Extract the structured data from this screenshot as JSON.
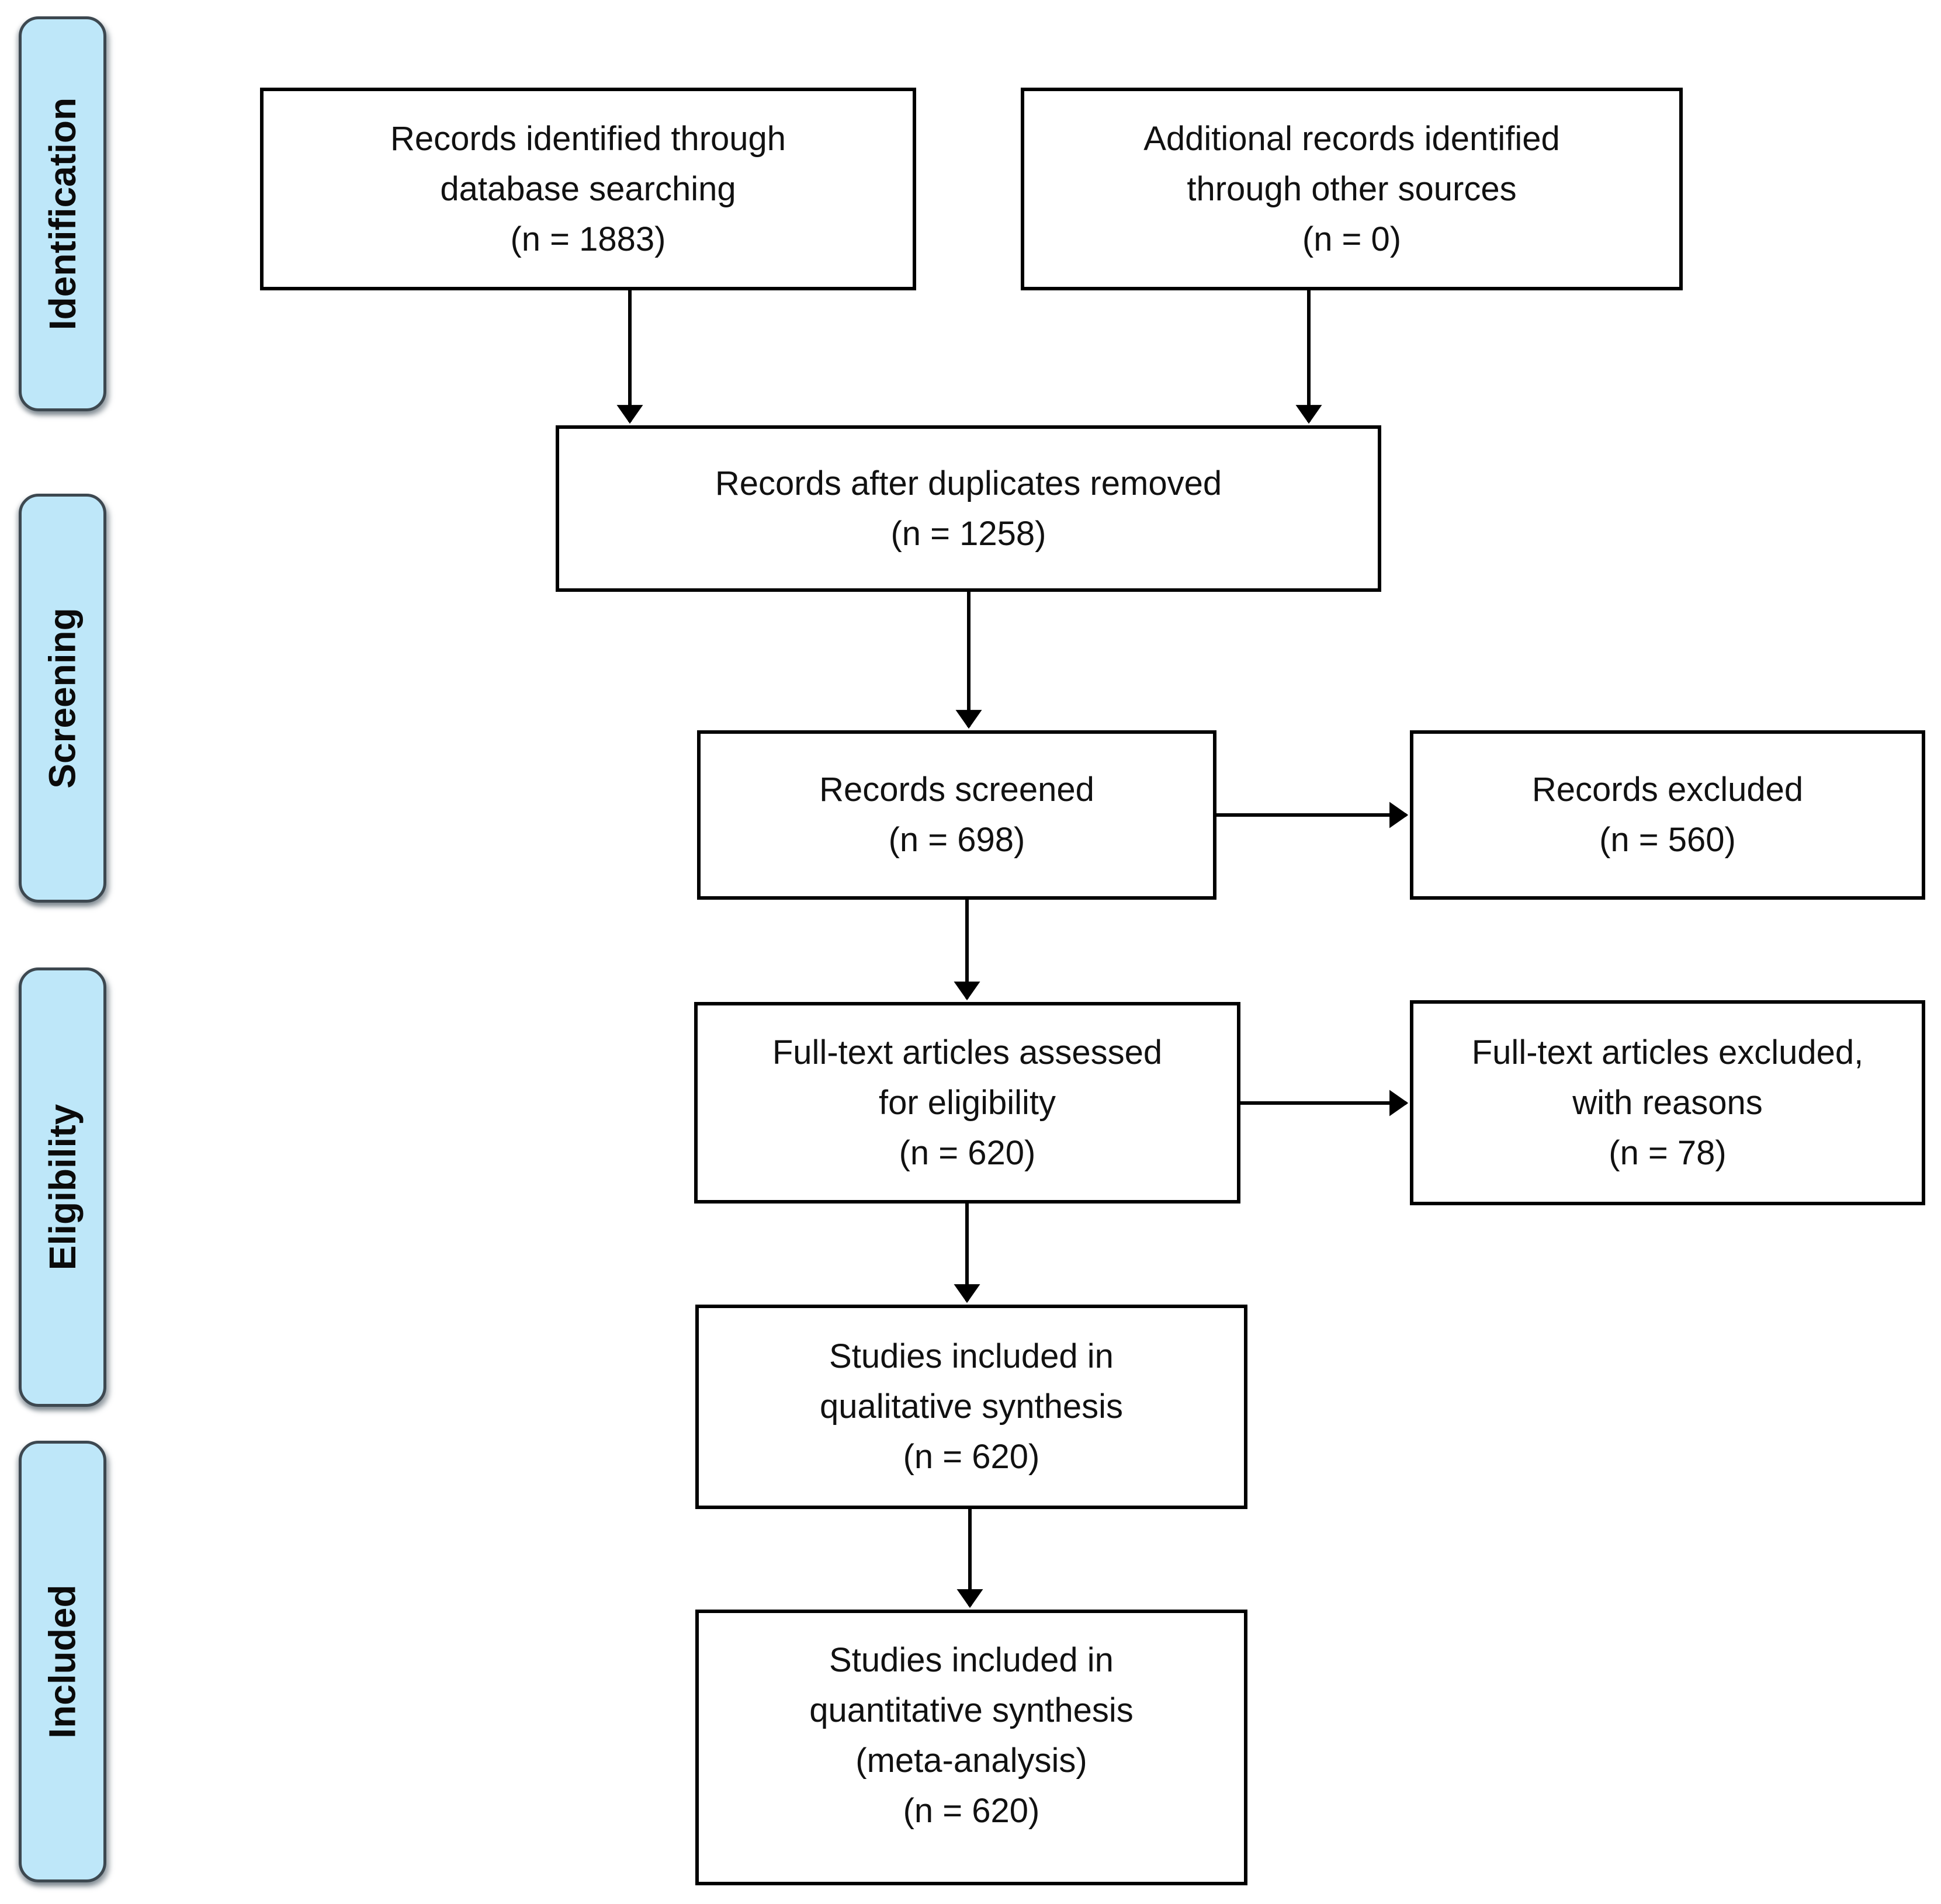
{
  "stages": [
    {
      "id": "identification",
      "label": "Identification"
    },
    {
      "id": "screening",
      "label": "Screening"
    },
    {
      "id": "eligibility",
      "label": "Eligibility"
    },
    {
      "id": "included",
      "label": "Included"
    }
  ],
  "boxes": {
    "identified": {
      "lines": [
        "Records identified through",
        "database searching",
        "(n = 1883)"
      ]
    },
    "additional": {
      "lines": [
        "Additional records identified",
        "through other sources",
        "(n = 0)"
      ]
    },
    "deduped": {
      "lines": [
        "Records after duplicates removed",
        "(n = 1258)"
      ]
    },
    "screened": {
      "lines": [
        "Records screened",
        "(n = 698)"
      ]
    },
    "excluded": {
      "lines": [
        "Records excluded",
        "(n = 560)"
      ]
    },
    "fulltext": {
      "lines": [
        "Full-text articles assessed",
        "for eligibility",
        "(n = 620)"
      ]
    },
    "fulltext_excluded": {
      "lines": [
        "Full-text articles excluded,",
        "with reasons",
        "(n = 78)"
      ]
    },
    "qualitative": {
      "lines": [
        "Studies included in",
        "qualitative synthesis",
        "(n = 620)"
      ]
    },
    "quantitative": {
      "lines": [
        "Studies included in",
        "quantitative synthesis",
        "(meta-analysis)",
        "(n = 620)"
      ]
    }
  },
  "colors": {
    "stage_fill": "#bee7f9",
    "stage_border": "#3d4850",
    "box_fill": "#ffffff",
    "box_border": "#000000",
    "arrow": "#000000",
    "text": "#111111"
  }
}
